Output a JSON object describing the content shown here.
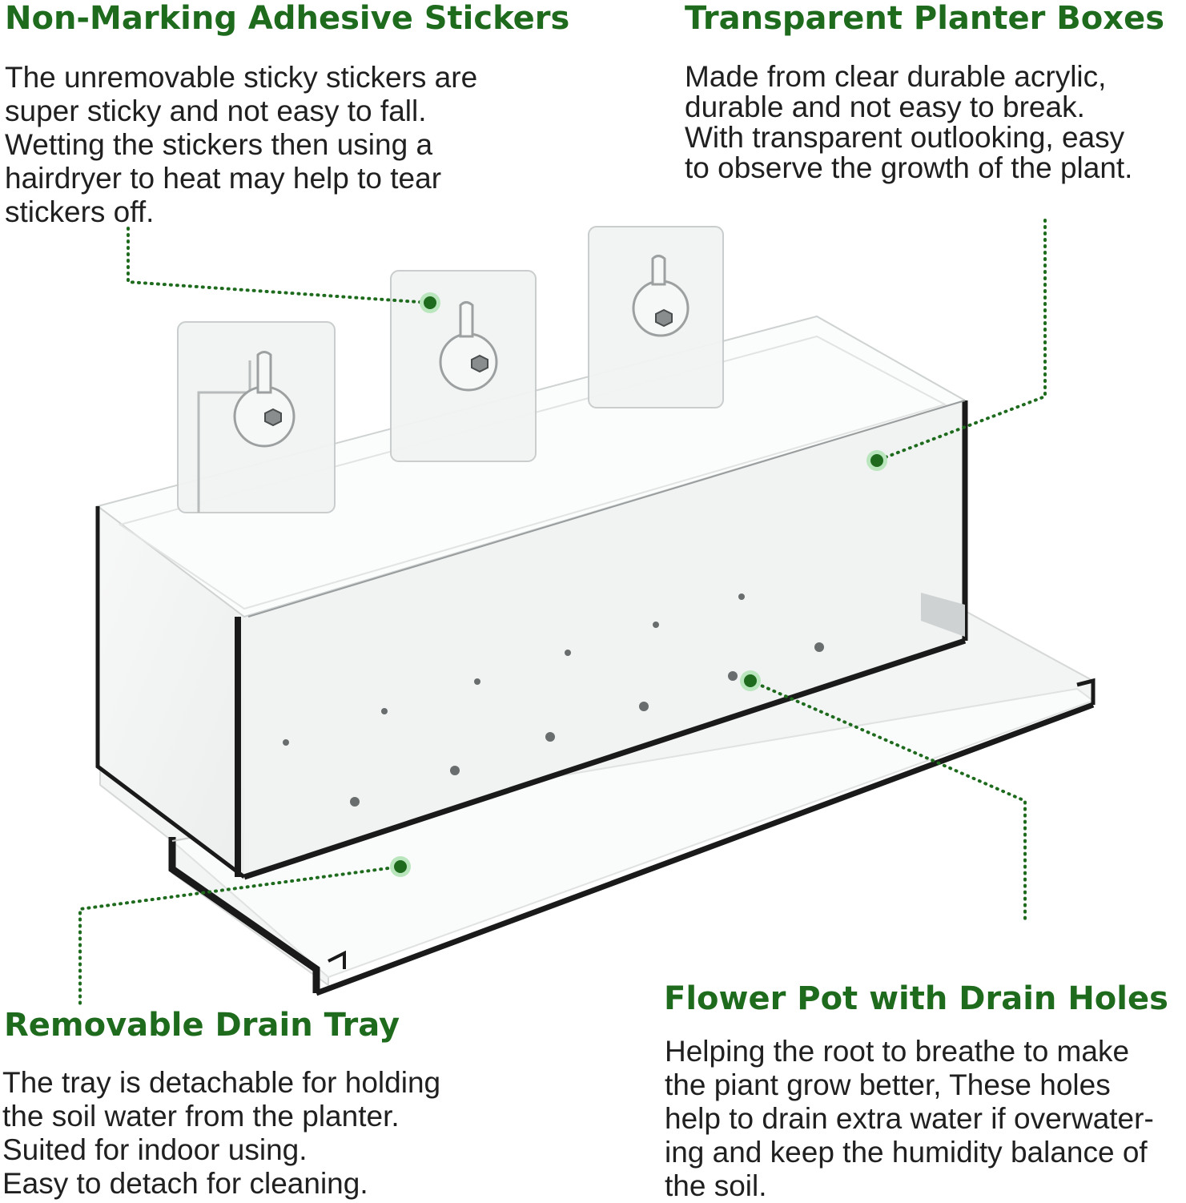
{
  "colors": {
    "heading": "#1e6b1e",
    "body_text": "#202020",
    "callout_dot": "#1e6b1e",
    "callout_dot_halo": "#b9e6bc",
    "acrylic_edge": "#1a1a1a"
  },
  "sections": {
    "stickers": {
      "heading": "Non-Marking Adhesive Stickers",
      "lines": [
        "The unremovable sticky stickers are",
        "super sticky and not easy to fall.",
        "Wetting the stickers then using a",
        "hairdryer to heat may help to tear",
        "stickers off."
      ]
    },
    "planter": {
      "heading": "Transparent Planter Boxes",
      "lines": [
        "Made from clear durable acrylic,",
        "durable and not easy to break.",
        "With transparent outlooking, easy",
        "to observe the growth of the plant."
      ]
    },
    "tray": {
      "heading": "Removable Drain Tray",
      "lines": [
        "The tray is detachable for holding",
        "the soil water from the planter.",
        "Suited for indoor using.",
        "Easy to detach for cleaning."
      ]
    },
    "drain": {
      "heading": "Flower Pot with Drain Holes",
      "lines": [
        "Helping the root to breathe to make",
        "the piant grow better, These holes",
        "help to drain extra water if overwater-",
        "ing and keep the humidity balance of",
        "the soil."
      ]
    }
  }
}
